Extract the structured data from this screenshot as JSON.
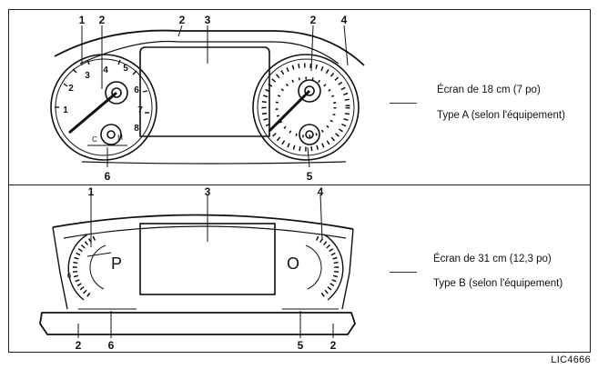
{
  "callouts": {
    "a_1": "1",
    "a_2_left": "2",
    "a_2_top": "2",
    "a_3": "3",
    "a_2_right": "2",
    "a_4": "4",
    "a_6": "6",
    "a_5": "5",
    "b_1": "1",
    "b_3": "3",
    "b_4": "4",
    "b_2_left": "2",
    "b_6": "6",
    "b_5": "5",
    "b_2_right": "2"
  },
  "dial_numbers": {
    "d1": "1",
    "d2": "2",
    "d3": "3",
    "d4": "4",
    "d5": "5",
    "d6": "6",
    "d7": "7",
    "d8": "8",
    "fuel_c": "C",
    "fuel_h": "H",
    "b_dial_num": "6"
  },
  "screen_letters": {
    "p": "P",
    "o": "O"
  },
  "type_a": {
    "screen_size": "Écran de 18 cm (7 po)",
    "type": "Type A (selon l'équipement)"
  },
  "type_b": {
    "screen_size": "Écran de 31 cm (12,3 po)",
    "type": "Type B (selon l'équipement)"
  },
  "figure_id": "LIC4666"
}
